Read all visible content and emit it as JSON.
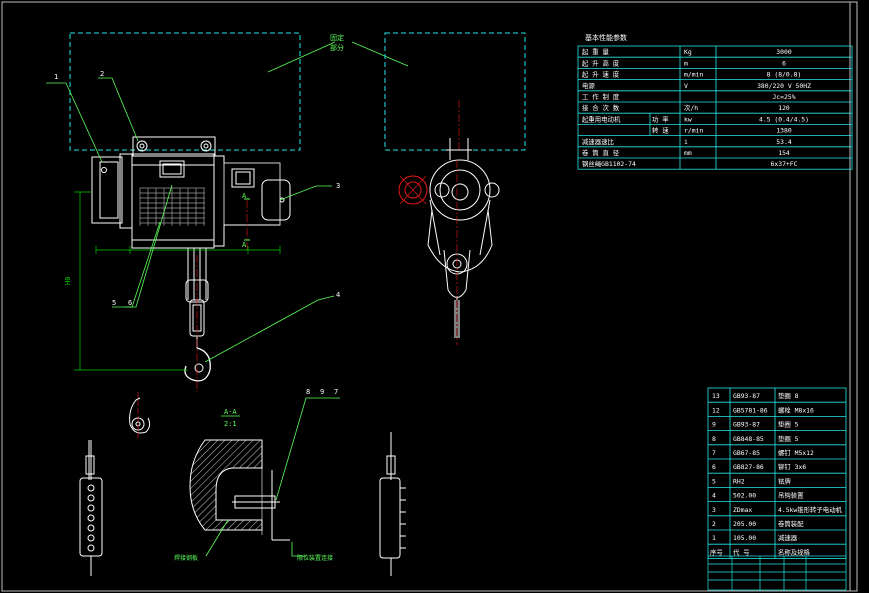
{
  "colors": {
    "background": "#000000",
    "line": "#ffffff",
    "frame": "#d8d8d8",
    "dim": "#00cc00",
    "leader": "#5aff5a",
    "table": "#22e6e6",
    "table_text": "#ffffff",
    "red": "#e81818",
    "motor": "#cfcfcf"
  },
  "labels": {
    "fixed_part": [
      "固定",
      "部分"
    ],
    "section_title": "A-A",
    "section_scale": "2:1",
    "dim_height": "H0",
    "part_numbers": [
      "1",
      "2",
      "3",
      "4",
      "5",
      "6",
      "8",
      "9",
      "7"
    ],
    "section_marks": [
      "A",
      "A"
    ],
    "bottom_notes": [
      "焊接钢板",
      "限位装置连接"
    ]
  },
  "spec_table": {
    "title": "基本性能参数",
    "rows": [
      {
        "name": "起 重 量",
        "unit": "Kg",
        "value": "3000"
      },
      {
        "name": "起 升 高 度",
        "unit": "m",
        "value": "6"
      },
      {
        "name": "起 升 速 度",
        "unit": "m/min",
        "value": "8 (8/0.8)"
      },
      {
        "name": "电源",
        "unit": "V",
        "value": "380/220 V        50HZ"
      },
      {
        "name": "工 作 制 度",
        "unit": "",
        "value": "Jc=25%"
      },
      {
        "name": "接 合 次 数",
        "unit": "次/h",
        "value": "120"
      },
      {
        "name": "起重用电动机",
        "sub": "功 率",
        "unit": "kw",
        "value": "4.5  (0.4/4.5)"
      },
      {
        "name": "",
        "sub": "转 速",
        "unit": "r/min",
        "value": "1380"
      },
      {
        "name": "减速器速比",
        "unit": "i",
        "value": "53.4"
      },
      {
        "name": "卷 筒 直 径",
        "unit": "mm",
        "value": "154"
      },
      {
        "name": "钢丝绳GB1102-74",
        "unit": "",
        "value": "6x37+FC"
      }
    ]
  },
  "parts_table": {
    "rows": [
      {
        "no": "13",
        "code": "GB93-87",
        "name": "垫圈  8"
      },
      {
        "no": "12",
        "code": "GB5781-86",
        "name": "螺栓  M8x16"
      },
      {
        "no": "9",
        "code": "GB93-87",
        "name": "垫圈  5"
      },
      {
        "no": "8",
        "code": "GB848-85",
        "name": "垫圈  5"
      },
      {
        "no": "7",
        "code": "GB67-85",
        "name": "螺钉  M5x12"
      },
      {
        "no": "6",
        "code": "GB827-86",
        "name": "铆钉  3x6"
      },
      {
        "no": "5",
        "code": "RH2",
        "name": "铭牌"
      },
      {
        "no": "4",
        "code": "502.00",
        "name": "吊钩装置"
      },
      {
        "no": "3",
        "code": "ZDmax",
        "name": "4.5kw锥形转子电动机"
      },
      {
        "no": "2",
        "code": "205.00",
        "name": "卷筒装配"
      },
      {
        "no": "1",
        "code": "105.00",
        "name": "减速器"
      }
    ],
    "header": {
      "no": "序号",
      "code": "代   号",
      "name": "名称及规格"
    }
  }
}
